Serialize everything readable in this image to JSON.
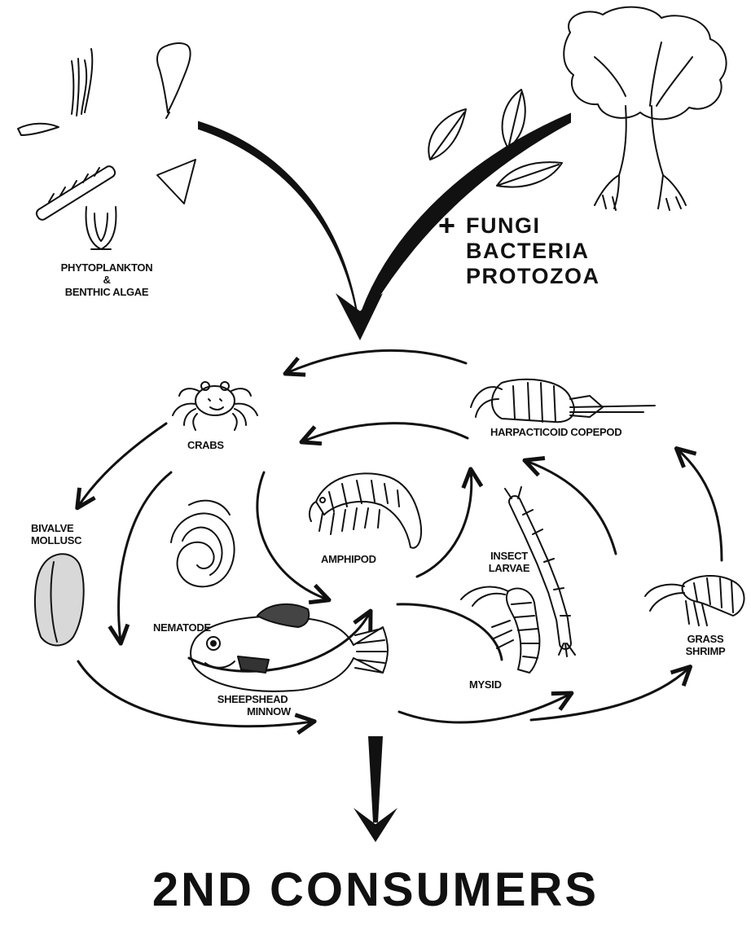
{
  "producers": {
    "label_line1": "PHYTOPLANKTON",
    "label_line2": "&",
    "label_line3": "BENTHIC ALGAE"
  },
  "decomposers": {
    "plus": "+",
    "line1": "FUNGI",
    "line2": "BACTERIA",
    "line3": "PROTOZOA"
  },
  "organisms": {
    "crabs": "CRABS",
    "harpacticoid_copepod": "HARPACTICOID COPEPOD",
    "bivalve_line1": "BIVALVE",
    "bivalve_line2": "MOLLUSC",
    "amphipod": "AMPHIPOD",
    "insect_line1": "INSECT",
    "insect_line2": "LARVAE",
    "nematode": "NEMATODE",
    "grass_line1": "GRASS",
    "grass_line2": "SHRIMP",
    "sheepshead_line1": "SHEEPSHEAD",
    "sheepshead_line2": "MINNOW",
    "mysid": "MYSID"
  },
  "footer": {
    "title": "2ND CONSUMERS"
  }
}
